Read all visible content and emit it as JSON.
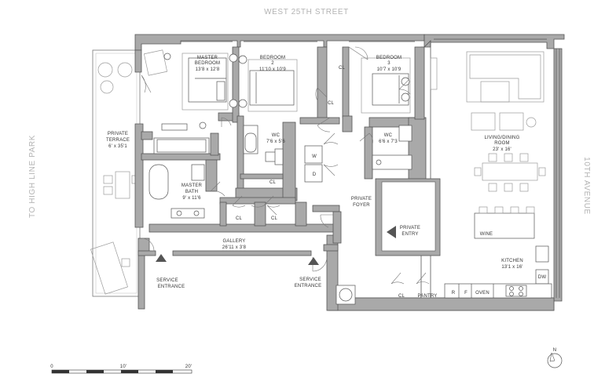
{
  "streets": {
    "north": "WEST 25TH STREET",
    "east": "10TH AVENUE",
    "west": "TO HIGH LINE PARK"
  },
  "rooms": {
    "master_bedroom": {
      "name1": "MASTER",
      "name2": "BEDROOM",
      "dims": "13'8 x 12'8"
    },
    "bedroom2": {
      "name1": "BEDROOM",
      "name2": "2",
      "dims": "11'10 x 10'9"
    },
    "bedroom3": {
      "name1": "BEDROOM",
      "name2": "3",
      "dims": "10'7 x 10'9"
    },
    "living": {
      "name1": "LIVING/DINING",
      "name2": "ROOM",
      "dims": "23' x 16'"
    },
    "terrace": {
      "name1": "PRIVATE",
      "name2": "TERRACE",
      "dims": "6' x 35'1"
    },
    "wc1": {
      "name": "WC",
      "dims": "7'6 x 5'6"
    },
    "wc2": {
      "name": "WC",
      "dims": "6'6 x 7'3"
    },
    "master_bath": {
      "name1": "MASTER",
      "name2": "BATH",
      "dims": "9' x 11'6"
    },
    "private_foyer": {
      "name1": "PRIVATE",
      "name2": "FOYER"
    },
    "private_entry": {
      "name1": "PRIVATE",
      "name2": "ENTRY"
    },
    "gallery": {
      "name": "GALLERY",
      "dims": "26'11 x 3'8"
    },
    "kitchen": {
      "name": "KITCHEN",
      "dims": "13'1 x 16'"
    },
    "service_entrance_left": {
      "name1": "SERVICE",
      "name2": "ENTRANCE"
    },
    "service_entrance_right": {
      "name1": "SERVICE",
      "name2": "ENTRANCE"
    }
  },
  "fixtures": {
    "cl": "CL",
    "w": "W",
    "d": "D",
    "wine": "WINE",
    "dw": "DW",
    "pantry": "PANTRY",
    "r": "R",
    "f": "F",
    "oven": "OVEN"
  },
  "scale": {
    "s0": "0",
    "s10": "10'",
    "s20": "20'"
  },
  "compass": {
    "north": "N"
  }
}
